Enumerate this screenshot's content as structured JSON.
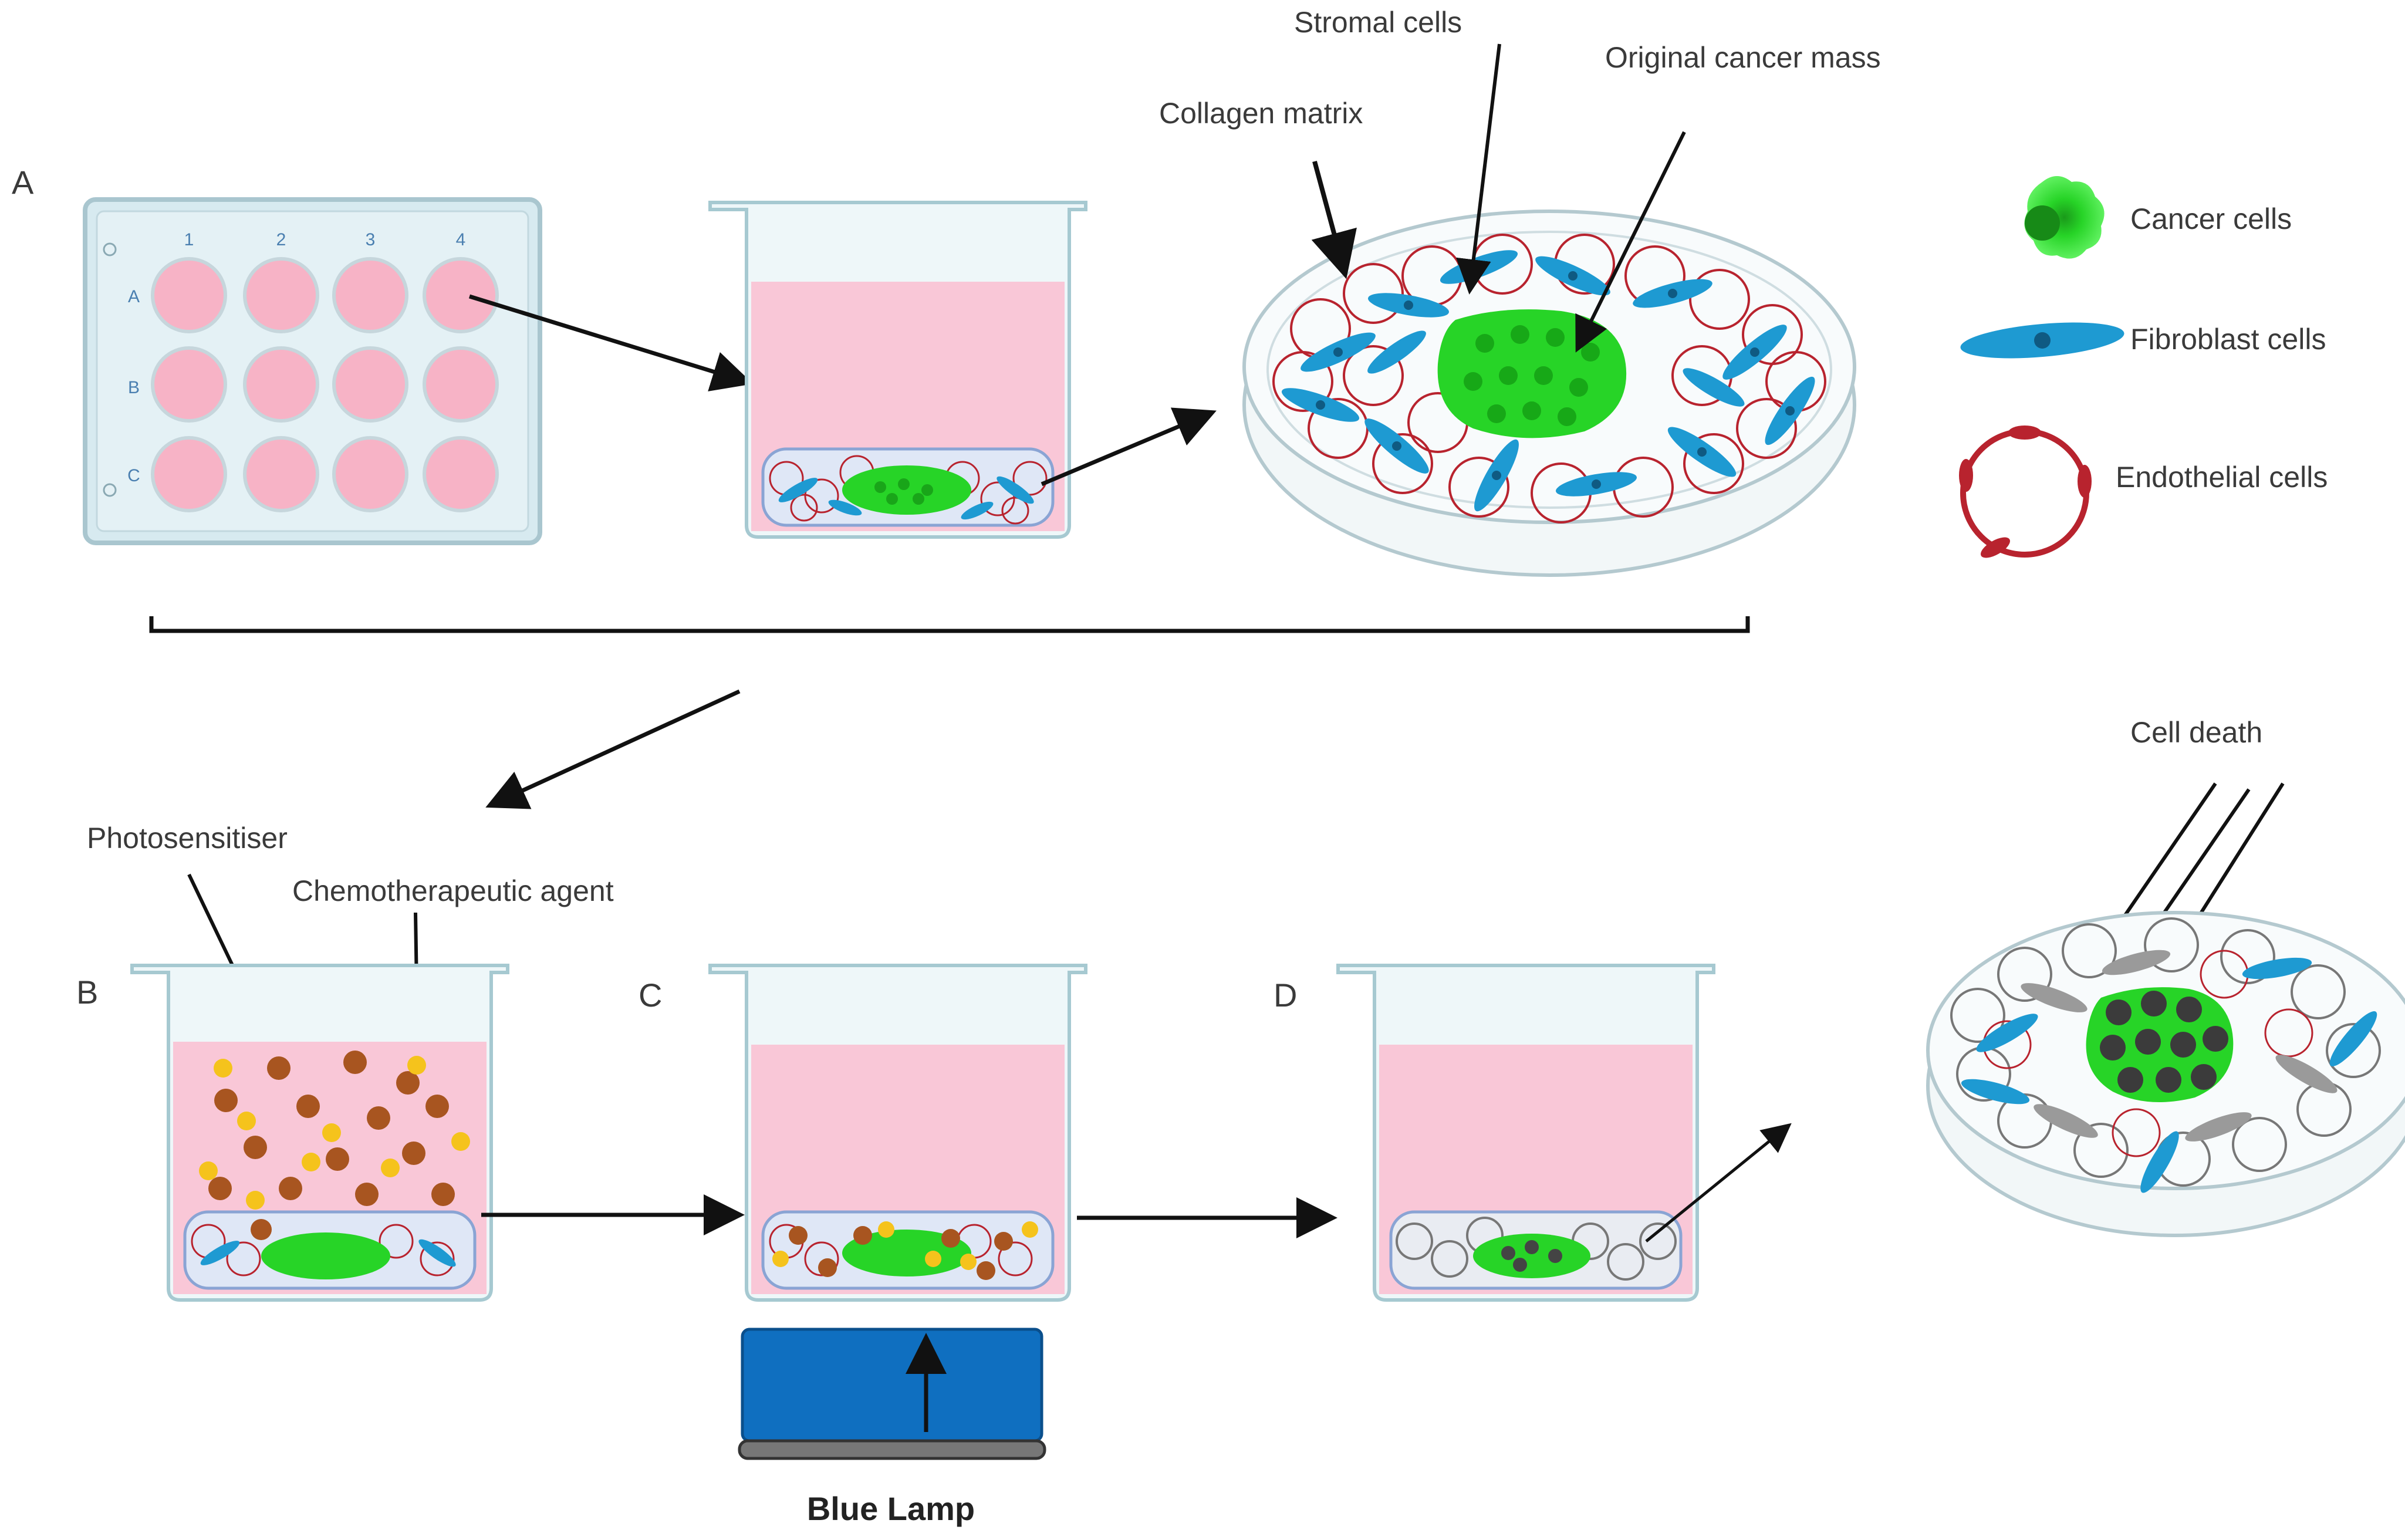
{
  "panels": {
    "a": "A",
    "b": "B",
    "c": "C",
    "d": "D"
  },
  "plate": {
    "columns": [
      "1",
      "2",
      "3",
      "4"
    ],
    "rows": [
      "A",
      "B",
      "C"
    ]
  },
  "labels": {
    "stromal_cells": "Stromal cells",
    "original_cancer_mass": "Original cancer mass",
    "collagen_matrix": "Collagen matrix",
    "photosensitiser": "Photosensitiser",
    "chemotherapeutic_agent": "Chemotherapeutic agent",
    "cell_death": "Cell death",
    "blue_lamp": "Blue Lamp"
  },
  "legend": [
    {
      "label": "Cancer cells",
      "icon": "cancer-cell-icon",
      "color": "#27d427"
    },
    {
      "label": "Fibroblast cells",
      "icon": "fibroblast-cell-icon",
      "color": "#1e9ad2"
    },
    {
      "label": "Endothelial cells",
      "icon": "endothelial-cell-icon",
      "color": "#b8232e"
    }
  ],
  "colors": {
    "medium": "#f9c7d7",
    "cancer": "#27d427",
    "fibroblast": "#1e9ad2",
    "endothelial": "#b8232e",
    "photosensitiser": "#a85520",
    "chemo": "#f5c31c",
    "dead_cell": "#444444",
    "lamp": "#0f6fc0"
  }
}
